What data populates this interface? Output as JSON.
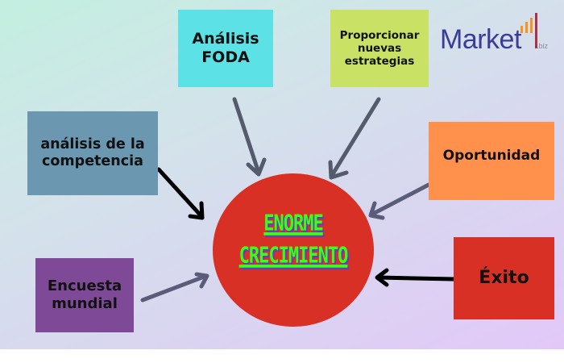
{
  "diagram": {
    "center": {
      "line1": "ENORME",
      "line2": "CRECIMIENTO",
      "fill_color": "#d93025",
      "text_color": "#39ff14"
    },
    "nodes": [
      {
        "id": "foda",
        "label": "Análisis\nFODA",
        "color": "#5ce1e6",
        "arrow_color": "#545b6b"
      },
      {
        "id": "prop",
        "label": "Proporcionar\nnuevas\nestrategias",
        "color": "#c9e265",
        "arrow_color": "#545b6b"
      },
      {
        "id": "comp",
        "label": "análisis de la\ncompetencia",
        "color": "#6b98b0",
        "arrow_color": "#000000"
      },
      {
        "id": "oport",
        "label": "Oportunidad",
        "color": "#ff914d",
        "arrow_color": "#5b5b7a"
      },
      {
        "id": "enc",
        "label": "Encuesta\nmundial",
        "color": "#7e4a97",
        "arrow_color": "#5b5b7a"
      },
      {
        "id": "exito",
        "label": "Éxito",
        "color": "#d93025",
        "arrow_color": "#000000"
      }
    ]
  },
  "logo": {
    "word": "Market",
    "suffix": "biz",
    "word_color": "#3b3b9a",
    "bars_color": "#f7941d",
    "accent_color": "#a8324a"
  }
}
